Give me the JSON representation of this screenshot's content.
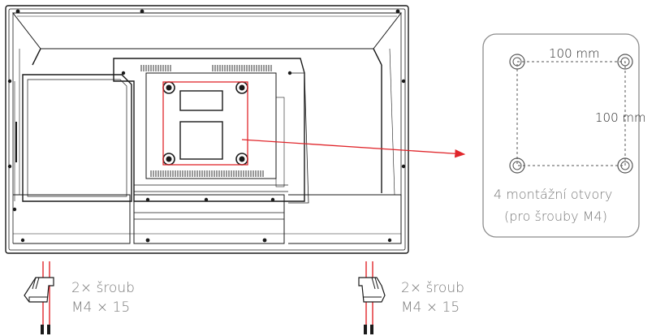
{
  "vesa_callout": {
    "horizontal_spacing": "100 mm",
    "vertical_spacing": "100 mm",
    "caption_line1": "4 montážní otvory",
    "caption_line2": "(pro šrouby M4)"
  },
  "stand_left": {
    "label_line1": "2× šroub",
    "label_line2": "M4 × 15"
  },
  "stand_right": {
    "label_line1": "2× šroub",
    "label_line2": "M4 × 15"
  },
  "colors": {
    "line": "#1a1a1a",
    "highlight": "#e0262b",
    "callout_border": "#8c8c8c",
    "label_text": "#7a7a7a"
  }
}
